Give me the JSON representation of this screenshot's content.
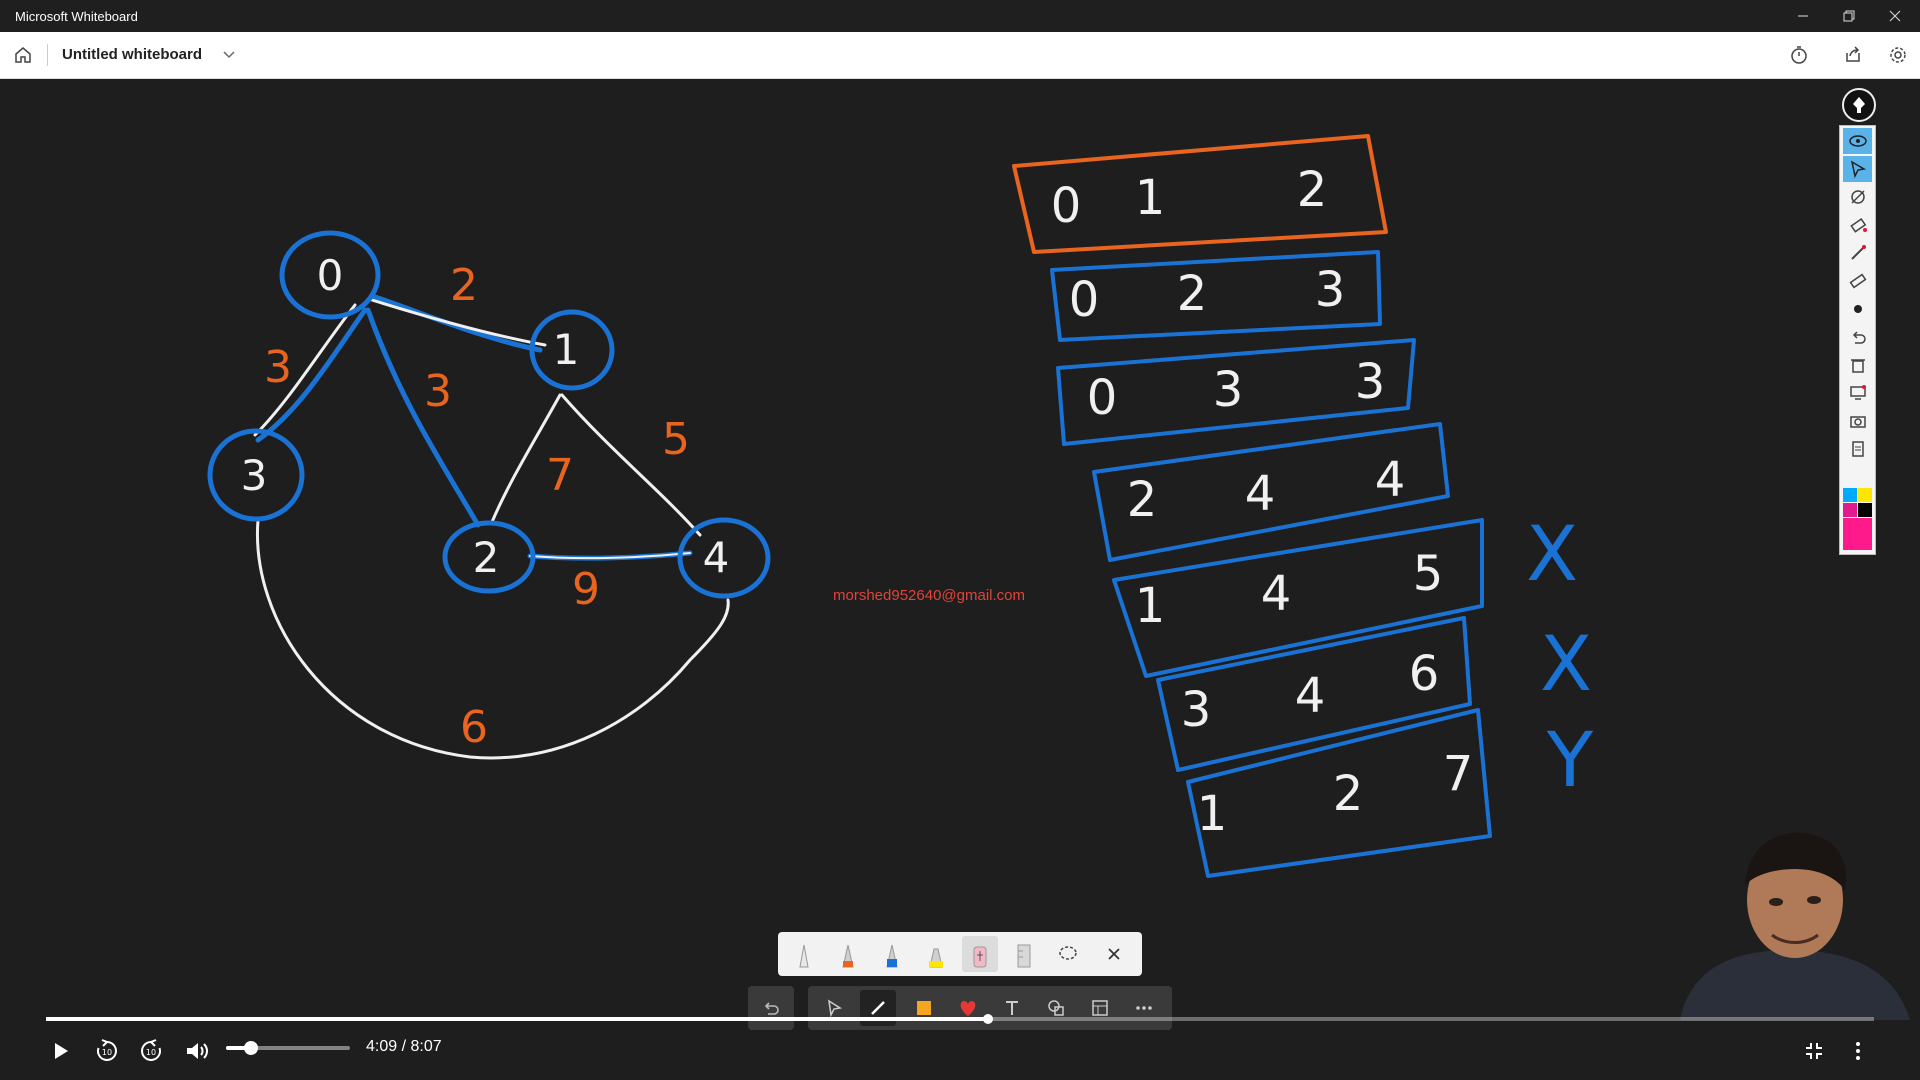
{
  "window": {
    "title": "Microsoft Whiteboard",
    "controls": [
      "minimize-icon",
      "restore-icon",
      "close-icon"
    ]
  },
  "header": {
    "title": "Untitled whiteboard",
    "icons": [
      "home-icon",
      "chevron-down-icon",
      "timer-icon",
      "share-icon",
      "settings-icon"
    ]
  },
  "canvas": {
    "watermark_email": "morshed952640@gmail.com",
    "graph": {
      "nodes": [
        "0",
        "1",
        "2",
        "3",
        "4"
      ],
      "edge_weights": [
        "2",
        "3",
        "3",
        "7",
        "5",
        "9",
        "6"
      ]
    },
    "table_rows": [
      [
        "0",
        "1",
        "2"
      ],
      [
        "0",
        "2",
        "3"
      ],
      [
        "0",
        "3",
        "3"
      ],
      [
        "2",
        "4",
        "4"
      ],
      [
        "1",
        "4",
        "5"
      ],
      [
        "3",
        "4",
        "6"
      ],
      [
        "1",
        "2",
        "7"
      ]
    ],
    "marks": [
      "X",
      "X",
      "Y"
    ],
    "colors": {
      "background": "#1e1e1e",
      "ink_blue": "#1a72d4",
      "ink_orange": "#e8641f",
      "ink_white": "#f0f0f0"
    }
  },
  "side_toolbar": {
    "icons": [
      "pen-holder-icon",
      "eye-icon",
      "select-arrow-icon",
      "no-lasso-icon",
      "eraser-icon",
      "line-tool-icon",
      "ruler-icon",
      "dot-icon",
      "undo-icon",
      "trash-icon",
      "screen-icon",
      "camera-icon",
      "notes-icon",
      "color-palette"
    ]
  },
  "pen_tray": {
    "tools": [
      "pencil-white-icon",
      "pen-orange-icon",
      "pen-blue-icon",
      "highlighter-yellow-icon",
      "eraser-pink-icon",
      "ruler-icon",
      "lasso-icon",
      "close-icon"
    ]
  },
  "bottom_toolbar": {
    "tools": [
      "undo-icon",
      "select-icon",
      "pen-icon",
      "sticky-note-icon",
      "reaction-icon",
      "text-icon",
      "shapes-icon",
      "template-icon",
      "more-icon"
    ]
  },
  "player": {
    "time": "4:09 / 8:07",
    "progress": 0.5155,
    "volume": 0.2
  }
}
